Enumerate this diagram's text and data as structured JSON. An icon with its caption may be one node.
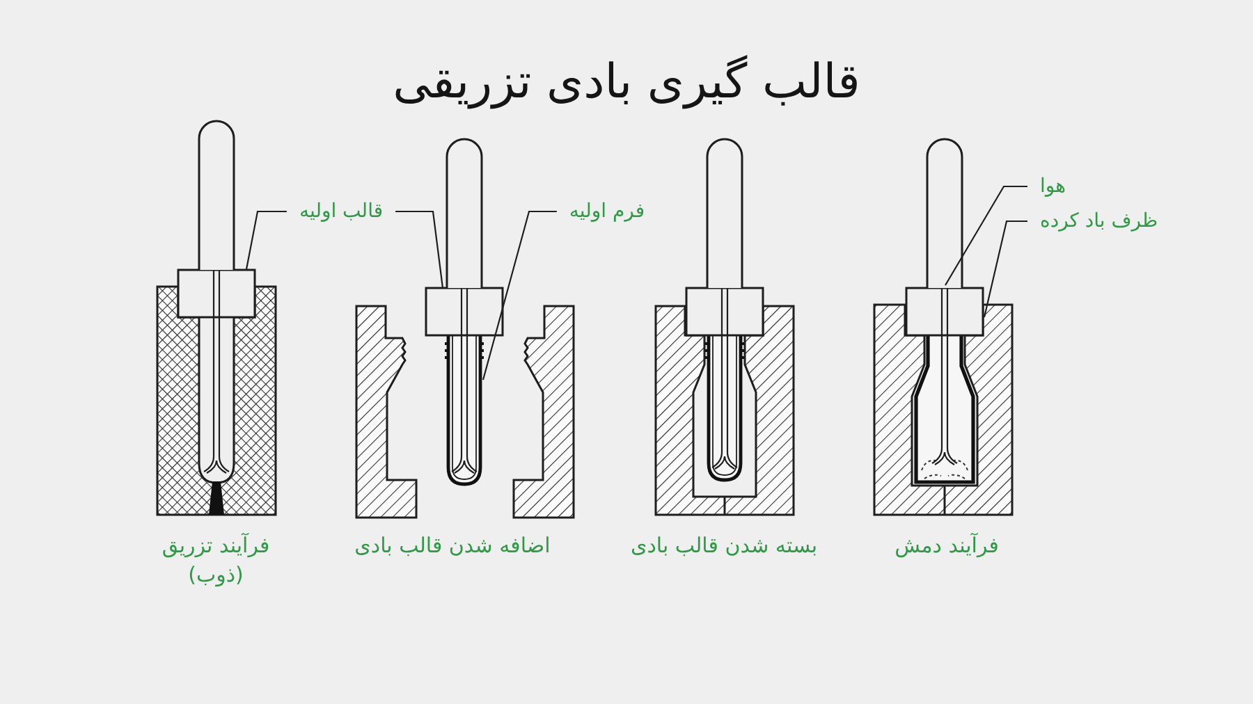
{
  "diagram": {
    "title": "قالب گیری بادی تزریقی",
    "nodes": [
      {
        "text": [
          "قالب اولیه"
        ]
      },
      {
        "text": [
          "فرم اولیه"
        ]
      },
      {
        "text": [
          "هوا"
        ]
      },
      {
        "text": [
          "ظرف باد کرده"
        ]
      }
    ],
    "edges": [
      {
        "from": 0,
        "to": null,
        "arrow": "none"
      },
      {
        "from": 0,
        "to": null,
        "arrow": "none"
      },
      {
        "from": 1,
        "to": null,
        "arrow": "none"
      },
      {
        "from": 2,
        "to": null,
        "arrow": "none"
      },
      {
        "from": 3,
        "to": null,
        "arrow": "none"
      }
    ],
    "labels": [
      "فرآیند تزریق (ذوب)",
      "اضافه شدن قالب بادی",
      "بسته شدن قالب بادی",
      "فرآیند دمش"
    ]
  }
}
